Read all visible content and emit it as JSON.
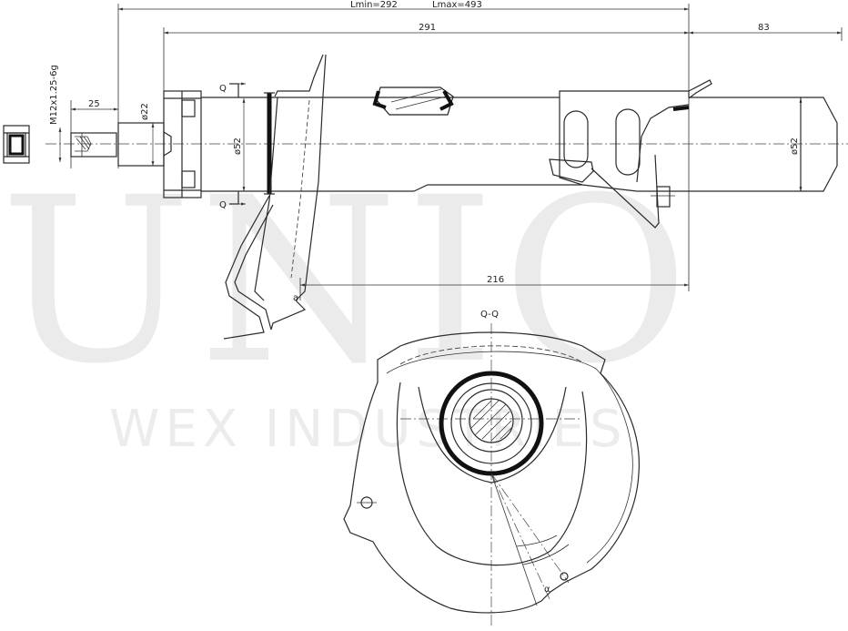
{
  "watermark": {
    "brand": "UNIO",
    "company": "WEX INDUSTRIES"
  },
  "dimensions": {
    "lmin": "Lmin=292",
    "lmax": "Lmax=493",
    "body_length": "291",
    "rod_length": "83",
    "thread": "M12x1.25-6g",
    "thread_len": "25",
    "diam_22": "ø22",
    "diam_52_a": "ø52",
    "diam_52_b": "ø52",
    "bracket_len": "216",
    "section_label": "Q-Q",
    "q_top": "Q",
    "q_bottom": "Q",
    "a_label": "a",
    "angle_label": "α"
  }
}
